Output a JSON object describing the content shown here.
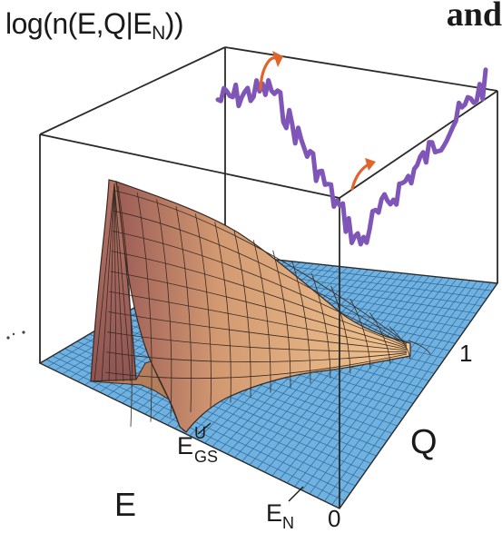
{
  "figure": {
    "vertical_axis_label": "log(n(E,Q|E",
    "vertical_axis_label_sub": "N",
    "vertical_axis_label_close": "))",
    "corner_text": "and",
    "energy_axis_label": "E",
    "order_axis_label": "Q",
    "order_axis_ticks": [
      "1",
      "0"
    ],
    "ground_state_label": "E",
    "ground_state_sup": "U",
    "ground_state_sub": "GS",
    "native_energy_label": "E",
    "native_energy_sub": "N"
  },
  "colors": {
    "floor_grid": "#5aa0d2",
    "surface_peak": "#a86a5e",
    "surface_face": "#e8b07a",
    "free_energy_curve": "#8a5cc0",
    "transition_arrows": "#e2642a",
    "box_edges": "#2a2a2a"
  },
  "icons": [
    "curved-arrow-icon"
  ]
}
